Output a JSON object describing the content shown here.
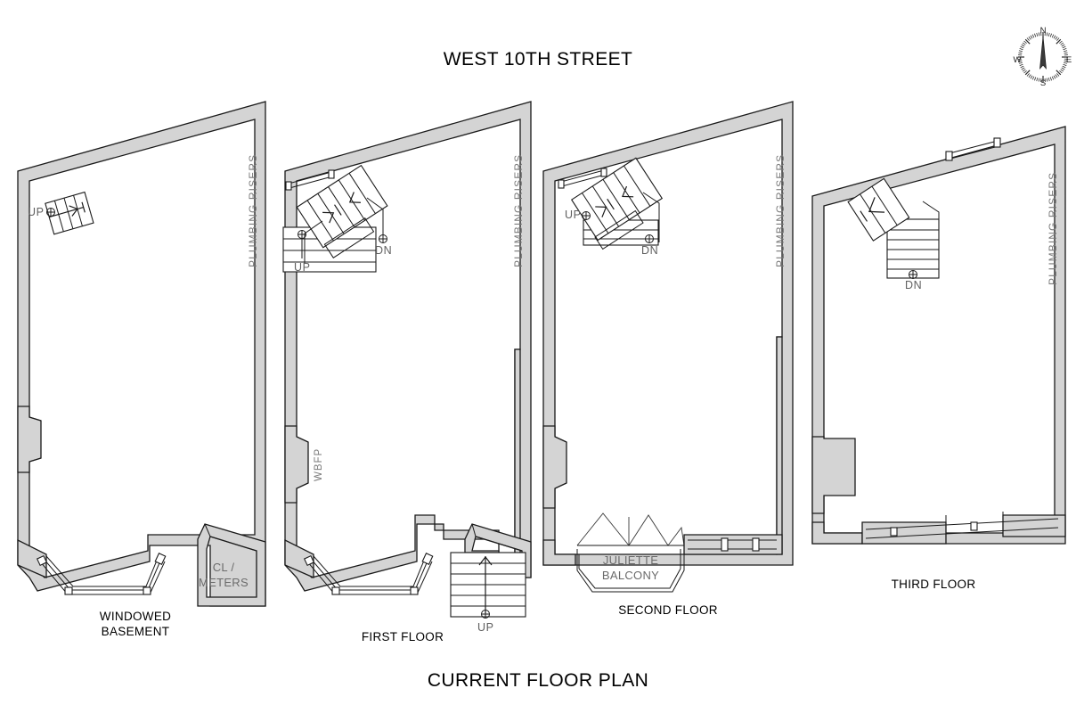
{
  "sheet": {
    "street_title": "WEST 10TH STREET",
    "plan_title": "CURRENT FLOOR PLAN"
  },
  "compass": {
    "name": "compass-rose",
    "north": "N",
    "east": "E",
    "south": "S",
    "west": "W"
  },
  "colors": {
    "wall_fill": "#d4d4d4",
    "wall_stroke": "#1a1a1a",
    "line": "#1a1a1a",
    "label_gray": "#7a7a7a",
    "label_black": "#000000",
    "background": "#ffffff"
  },
  "plans": [
    {
      "id": "basement",
      "label": "WINDOWED\nBASEMENT",
      "riser_label": "PLUMBING RISERS",
      "rooms": [
        {
          "name": "cl-meters",
          "label": "CL /\nMETERS"
        }
      ],
      "stairs": [
        {
          "name": "stair-up",
          "direction": "UP"
        }
      ],
      "features": [
        "fireplace-alcove",
        "bay-window",
        "closet-meters"
      ]
    },
    {
      "id": "first-floor",
      "label": "FIRST FLOOR",
      "riser_label": "PLUMBING RISERS",
      "wbfp_label": "WBFP",
      "rooms": [],
      "stairs": [
        {
          "name": "stair-up-interior",
          "direction": "UP"
        },
        {
          "name": "stair-down-interior",
          "direction": "DN"
        },
        {
          "name": "stoop-stair",
          "direction": "UP"
        }
      ],
      "features": [
        "wood-burning-fireplace",
        "bay-window",
        "entry-stoop"
      ]
    },
    {
      "id": "second-floor",
      "label": "SECOND FLOOR",
      "riser_label": "PLUMBING RISERS",
      "rooms": [
        {
          "name": "juliette-balcony",
          "label": "JULIETTE\nBALCONY"
        }
      ],
      "stairs": [
        {
          "name": "stair-up-interior",
          "direction": "UP"
        },
        {
          "name": "stair-down-interior",
          "direction": "DN"
        }
      ],
      "features": [
        "juliette-balcony",
        "fireplace-alcove",
        "rear-windows"
      ]
    },
    {
      "id": "third-floor",
      "label": "THIRD FLOOR",
      "riser_label": "PLUMBING RISERS",
      "rooms": [],
      "stairs": [
        {
          "name": "stair-down-interior",
          "direction": "DN"
        }
      ],
      "features": [
        "chimney-block",
        "rear-windows",
        "front-window"
      ]
    }
  ]
}
